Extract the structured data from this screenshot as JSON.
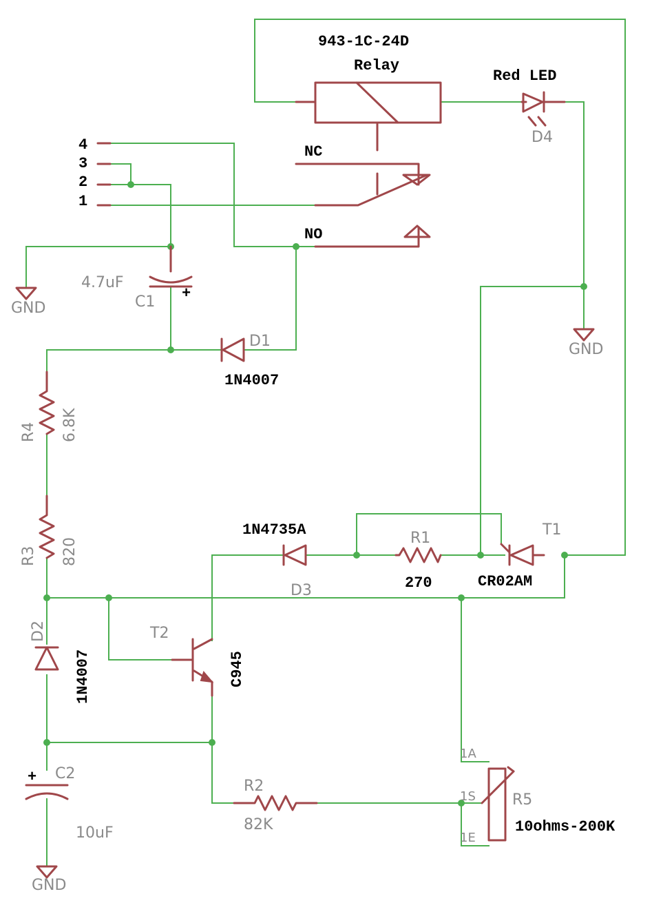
{
  "relay": {
    "part": "943-1C-24D",
    "name": "Relay",
    "nc": "NC",
    "no": "NO"
  },
  "connector": {
    "pins": [
      "4",
      "3",
      "2",
      "1"
    ]
  },
  "led": {
    "value": "Red LED",
    "ref": "D4"
  },
  "c1": {
    "value": "4.7uF",
    "ref": "C1",
    "plus": "+"
  },
  "c2": {
    "value": "10uF",
    "ref": "C2",
    "plus": "+"
  },
  "d1": {
    "ref": "D1",
    "value": "1N4007"
  },
  "d2": {
    "ref": "D2",
    "value": "1N4007"
  },
  "d3": {
    "ref": "D3",
    "value": "1N4735A"
  },
  "r1": {
    "ref": "R1",
    "value": "270"
  },
  "r2": {
    "ref": "R2",
    "value": "82K"
  },
  "r3": {
    "ref": "R3",
    "value": "820"
  },
  "r4": {
    "ref": "R4",
    "value": "6.8K"
  },
  "r5": {
    "ref": "R5",
    "value": "10ohms-200K",
    "pins": [
      "1A",
      "1S",
      "1E"
    ]
  },
  "t1": {
    "ref": "T1",
    "value": "CR02AM"
  },
  "t2": {
    "ref": "T2",
    "value": "C945"
  },
  "gnd": "GND"
}
